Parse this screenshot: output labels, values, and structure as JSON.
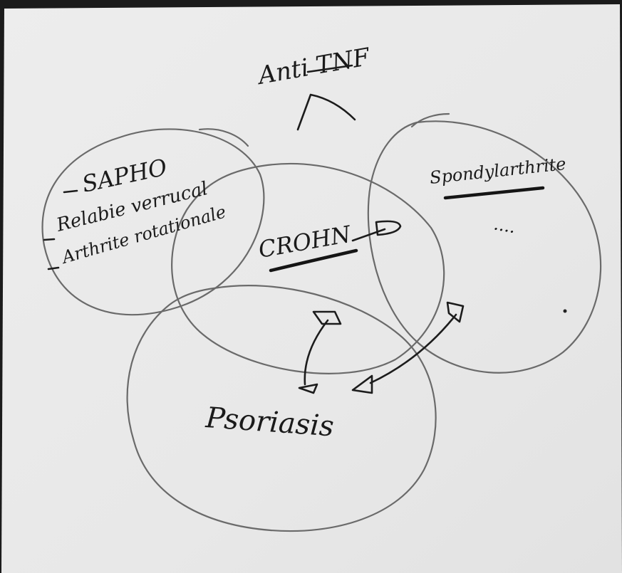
{
  "title_note": "Anti TNF",
  "circles": {
    "left": {
      "items": [
        "SAPHO",
        "Relabie verrucal",
        "Arthrite rotationale"
      ]
    },
    "center": {
      "label": "CROHN"
    },
    "right": {
      "label": "Spondylarthrite",
      "ellipsis": "...."
    },
    "bottom": {
      "label": "Psoriasis"
    }
  },
  "colors": {
    "paper": "#e9e9e9",
    "ink": "#1a1a1a",
    "pencil_circle": "#6a6a6a"
  }
}
